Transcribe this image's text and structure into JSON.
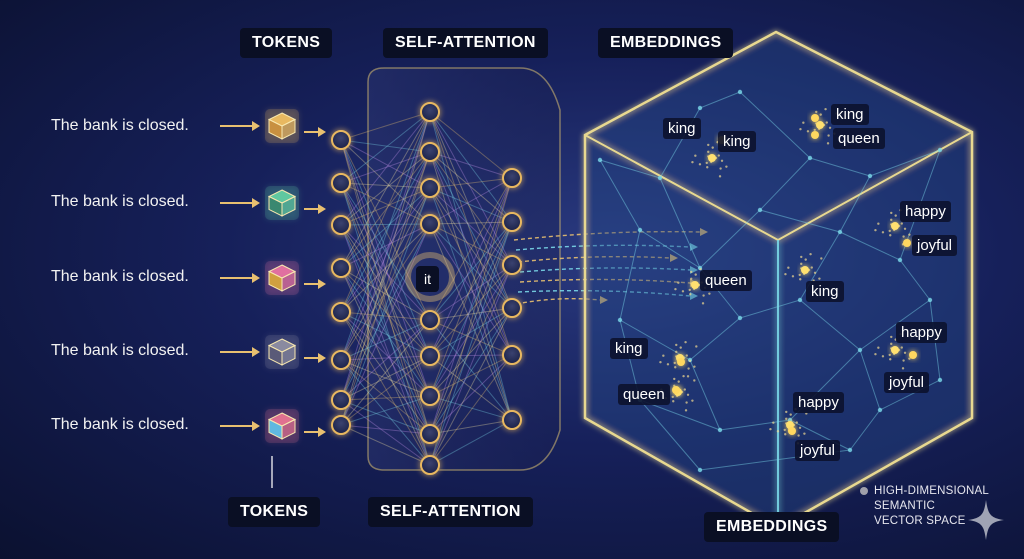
{
  "headers": {
    "tokens_top": "TOKENS",
    "attention_top": "SELF-ATTENTION",
    "embeddings_top": "EMBEDDINGS",
    "tokens_bottom": "TOKENS",
    "attention_bottom": "SELF-ATTENTION",
    "embeddings_bottom": "EMBEDDINGS"
  },
  "sentences": [
    "The bank is closed.",
    "The bank is closed.",
    "The bank is closed.",
    "The bank is closed.",
    "The bank is closed."
  ],
  "attention_word": "it",
  "embedding_labels": [
    "king",
    "king",
    "king",
    "queen",
    "happy",
    "joyful",
    "queen",
    "king",
    "happy",
    "king",
    "joyful",
    "queen",
    "happy",
    "joyful"
  ],
  "legend": {
    "line1": "HIGH-DIMENSIONAL",
    "line2": "SEMANTIC",
    "line3": "VECTOR SPACE"
  },
  "colors": {
    "background": "#16205a",
    "node": "#e8b860",
    "cube_edge": "#e8d890",
    "accent": "#6cd8f0"
  }
}
